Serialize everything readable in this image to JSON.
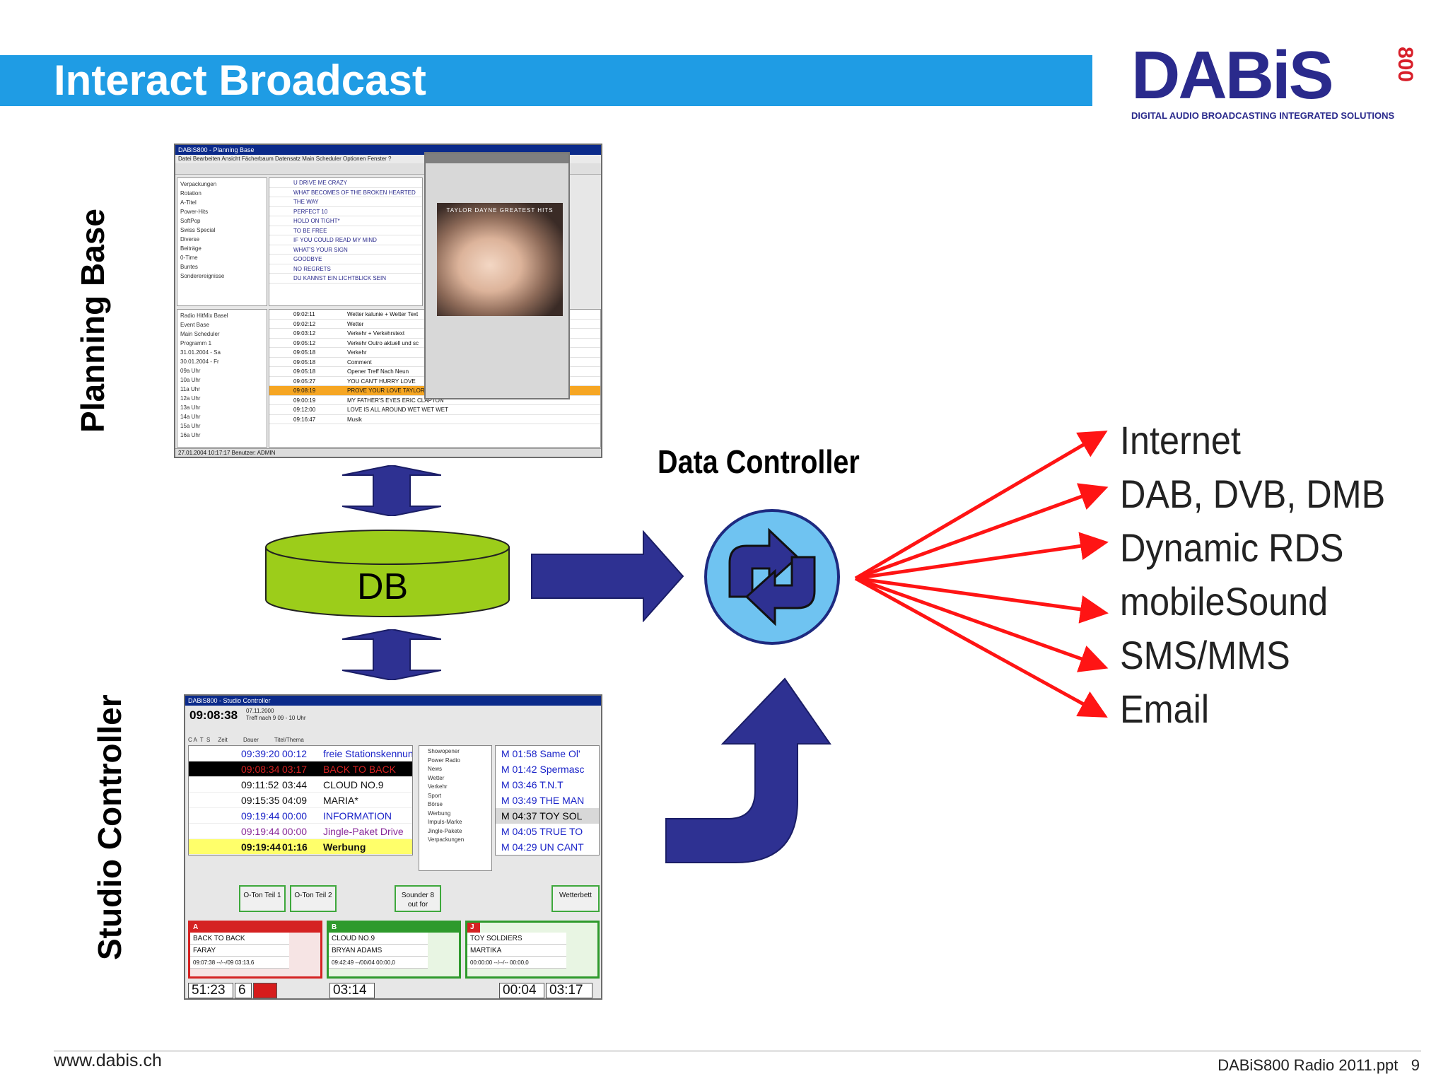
{
  "slide": {
    "title": "Interact Broadcast",
    "logo_word": "DABiS",
    "logo_number": "800",
    "logo_tagline": "DIGITAL AUDIO BROADCASTING INTEGRATED SOLUTIONS",
    "title_color": "#1f9ce4"
  },
  "labels": {
    "planning": "Planning Base",
    "studio": "Studio Controller",
    "db": "DB",
    "data_controller": "Data Controller"
  },
  "outputs": [
    "Internet",
    "DAB, DVB, DMB",
    "Dynamic RDS",
    "mobileSound",
    "SMS/MMS",
    "Email"
  ],
  "planning_screen": {
    "window_title": "DABiS800 - Planning Base",
    "menu": "Datei  Bearbeiten  Ansicht  Fächerbaum  Datensatz  Main Scheduler  Optionen  Fenster  ?",
    "tree_top": [
      "Verpackungen",
      "Rotation",
      "A-Titel",
      "Power-Hits",
      "SoftPop",
      "Swiss Special",
      "Diverse",
      "Beiträge",
      "0-Time",
      "Buntes",
      "Sonderereignisse"
    ],
    "titles": [
      "U DRIVE ME CRAZY",
      "WHAT BECOMES OF THE BROKEN HEARTED",
      "THE WAY",
      "PERFECT 10",
      "HOLD ON TIGHT*",
      "TO BE FREE",
      "IF YOU COULD READ MY MIND",
      "WHAT'S YOUR SIGN",
      "GOODBYE",
      "NO REGRETS",
      "DU KANNST EIN LICHTBLICK SEIN"
    ],
    "tree_bottom": [
      "Radio HitMix Basel",
      "Event Base",
      "Main Scheduler",
      "Programm 1",
      "31.01.2004 - Sa",
      "30.01.2004 - Fr",
      "09a Uhr",
      "10a Uhr",
      "11a Uhr",
      "12a Uhr",
      "13a Uhr",
      "14a Uhr",
      "15a Uhr",
      "16a Uhr"
    ],
    "schedule": [
      {
        "time": "09:02:11",
        "title": "Wetter kalunie + Wetter Text",
        "hl": false
      },
      {
        "time": "09:02:12",
        "title": "Wetter",
        "hl": false
      },
      {
        "time": "09:03:12",
        "title": "Verkehr + Verkehrstext",
        "hl": false
      },
      {
        "time": "09:05:12",
        "title": "Verkehr Outro aktuell und sc",
        "hl": false
      },
      {
        "time": "09:05:18",
        "title": "Verkehr",
        "hl": false
      },
      {
        "time": "09:05:18",
        "title": "Comment",
        "hl": false
      },
      {
        "time": "09:05:18",
        "title": "Opener Treff Nach Neun",
        "hl": false
      },
      {
        "time": "09:05:27",
        "title": "YOU CAN'T HURRY LOVE",
        "hl": false
      },
      {
        "time": "09:08:19",
        "title": "PROVE YOUR LOVE   TAYLOR DAYNE",
        "hl": true
      },
      {
        "time": "09:00:19",
        "title": "MY FATHER'S EYES   ERIC CLAPTON",
        "hl": false
      },
      {
        "time": "09:12:00",
        "title": "LOVE IS ALL AROUND   WET WET WET",
        "hl": false
      },
      {
        "time": "09:16:47",
        "title": "Musik",
        "hl": false
      }
    ],
    "dialog_caption": "TAYLOR DAYNE GREATEST HITS",
    "status": "27.01.2004  10:17:17          Benutzer: ADMIN"
  },
  "studio_screen": {
    "window_title": "DABiS800 - Studio Controller",
    "clock": "09:08:38",
    "date": "07.11.2000",
    "subtitle": "Treff nach 9  09 - 10 Uhr",
    "columns": "C A  T  S     Zeit          Dauer          Titel/Thema",
    "rows": [
      {
        "time": "09:39:20",
        "dur": "00:12",
        "title": "freie Stationskennung",
        "style": "blue"
      },
      {
        "time": "09:08:34",
        "dur": "03:17",
        "title": "BACK TO BACK",
        "style": "black"
      },
      {
        "time": "09:11:52",
        "dur": "03:44",
        "title": "CLOUD NO.9",
        "style": ""
      },
      {
        "time": "09:15:35",
        "dur": "04:09",
        "title": "MARIA*",
        "style": ""
      },
      {
        "time": "09:19:44",
        "dur": "00:00",
        "title": "INFORMATION",
        "style": "blue"
      },
      {
        "time": "09:19:44",
        "dur": "00:00",
        "title": "Jingle-Paket Drive",
        "style": "purple"
      },
      {
        "time": "09:19:44",
        "dur": "01:16",
        "title": "Werbung",
        "style": "yellow"
      }
    ],
    "tree": [
      "Showopener",
      "Power Radio",
      "News",
      "Wetter",
      "Verkehr",
      "Sport",
      "Börse",
      "Werbung",
      "Impuls-Marke",
      "Jingle-Pakete",
      "Verpackungen"
    ],
    "right_rows": [
      "M  01:58 Same Ol'",
      "M  01:42 Spermasc",
      "M  03:46 T.N.T",
      "M  03:49 THE MAN",
      "M  04:37 TOY SOL",
      "M  04:05 TRUE TO",
      "M  04:29 UN CANT"
    ],
    "buttons": [
      "O-Ton Teil 1",
      "O-Ton Teil 2",
      "Sounder 8 out for",
      "Wetterbett"
    ],
    "players": [
      {
        "tag": "A",
        "title": "BACK TO BACK",
        "artist": "FARAY",
        "time": "09:07:38  --/--/09  03:13,6"
      },
      {
        "tag": "B",
        "title": "CLOUD NO.9",
        "artist": "BRYAN ADAMS",
        "time": "09:42:49  --/00/04  00:00,0"
      },
      {
        "tag": "J",
        "title": "TOY SOLDIERS",
        "artist": "MARTIKA",
        "time": "00:00:00  --/--/--  00:00,0"
      }
    ],
    "timers": [
      "51:23",
      "6",
      "03:14",
      "00:04",
      "03:17"
    ]
  },
  "footer": {
    "url": "www.dabis.ch",
    "file": "DABiS800 Radio 2011.ppt",
    "page": "9"
  }
}
